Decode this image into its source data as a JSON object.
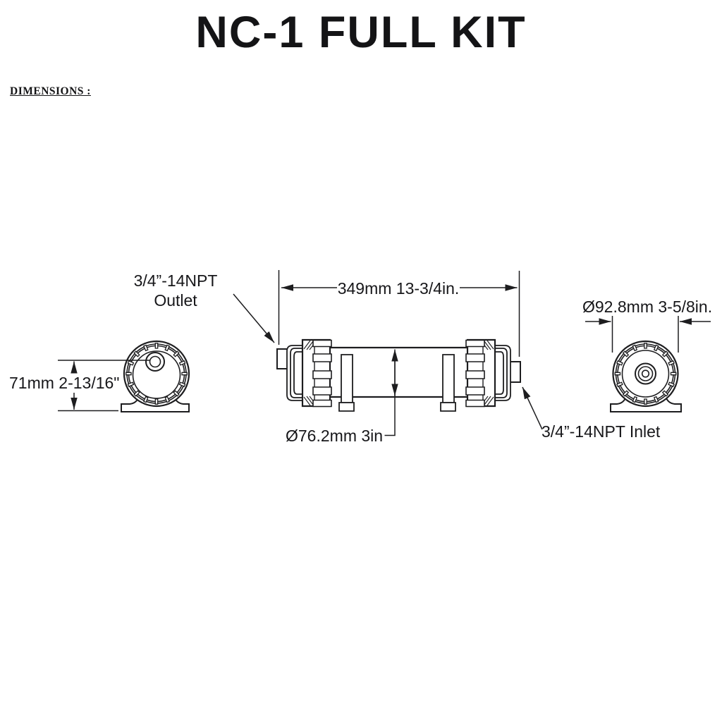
{
  "colors": {
    "ink": "#1d1d1f",
    "paper": "#ffffff"
  },
  "title": "NC-1 FULL KIT",
  "section_heading": "DIMENSIONS :",
  "side_view": {
    "length_dimension": "349mm 13-3/4in.",
    "body_diameter_dimension": "Ø76.2mm 3in",
    "outlet_label_line1": "3/4”-14NPT",
    "outlet_label_line2": "Outlet",
    "inlet_label": "3/4”-14NPT Inlet"
  },
  "outlet_end_view": {
    "port_height_dimension": "71mm 2-13/16\""
  },
  "inlet_end_view": {
    "cap_diameter_dimension": "Ø92.8mm 3-5/8in."
  }
}
